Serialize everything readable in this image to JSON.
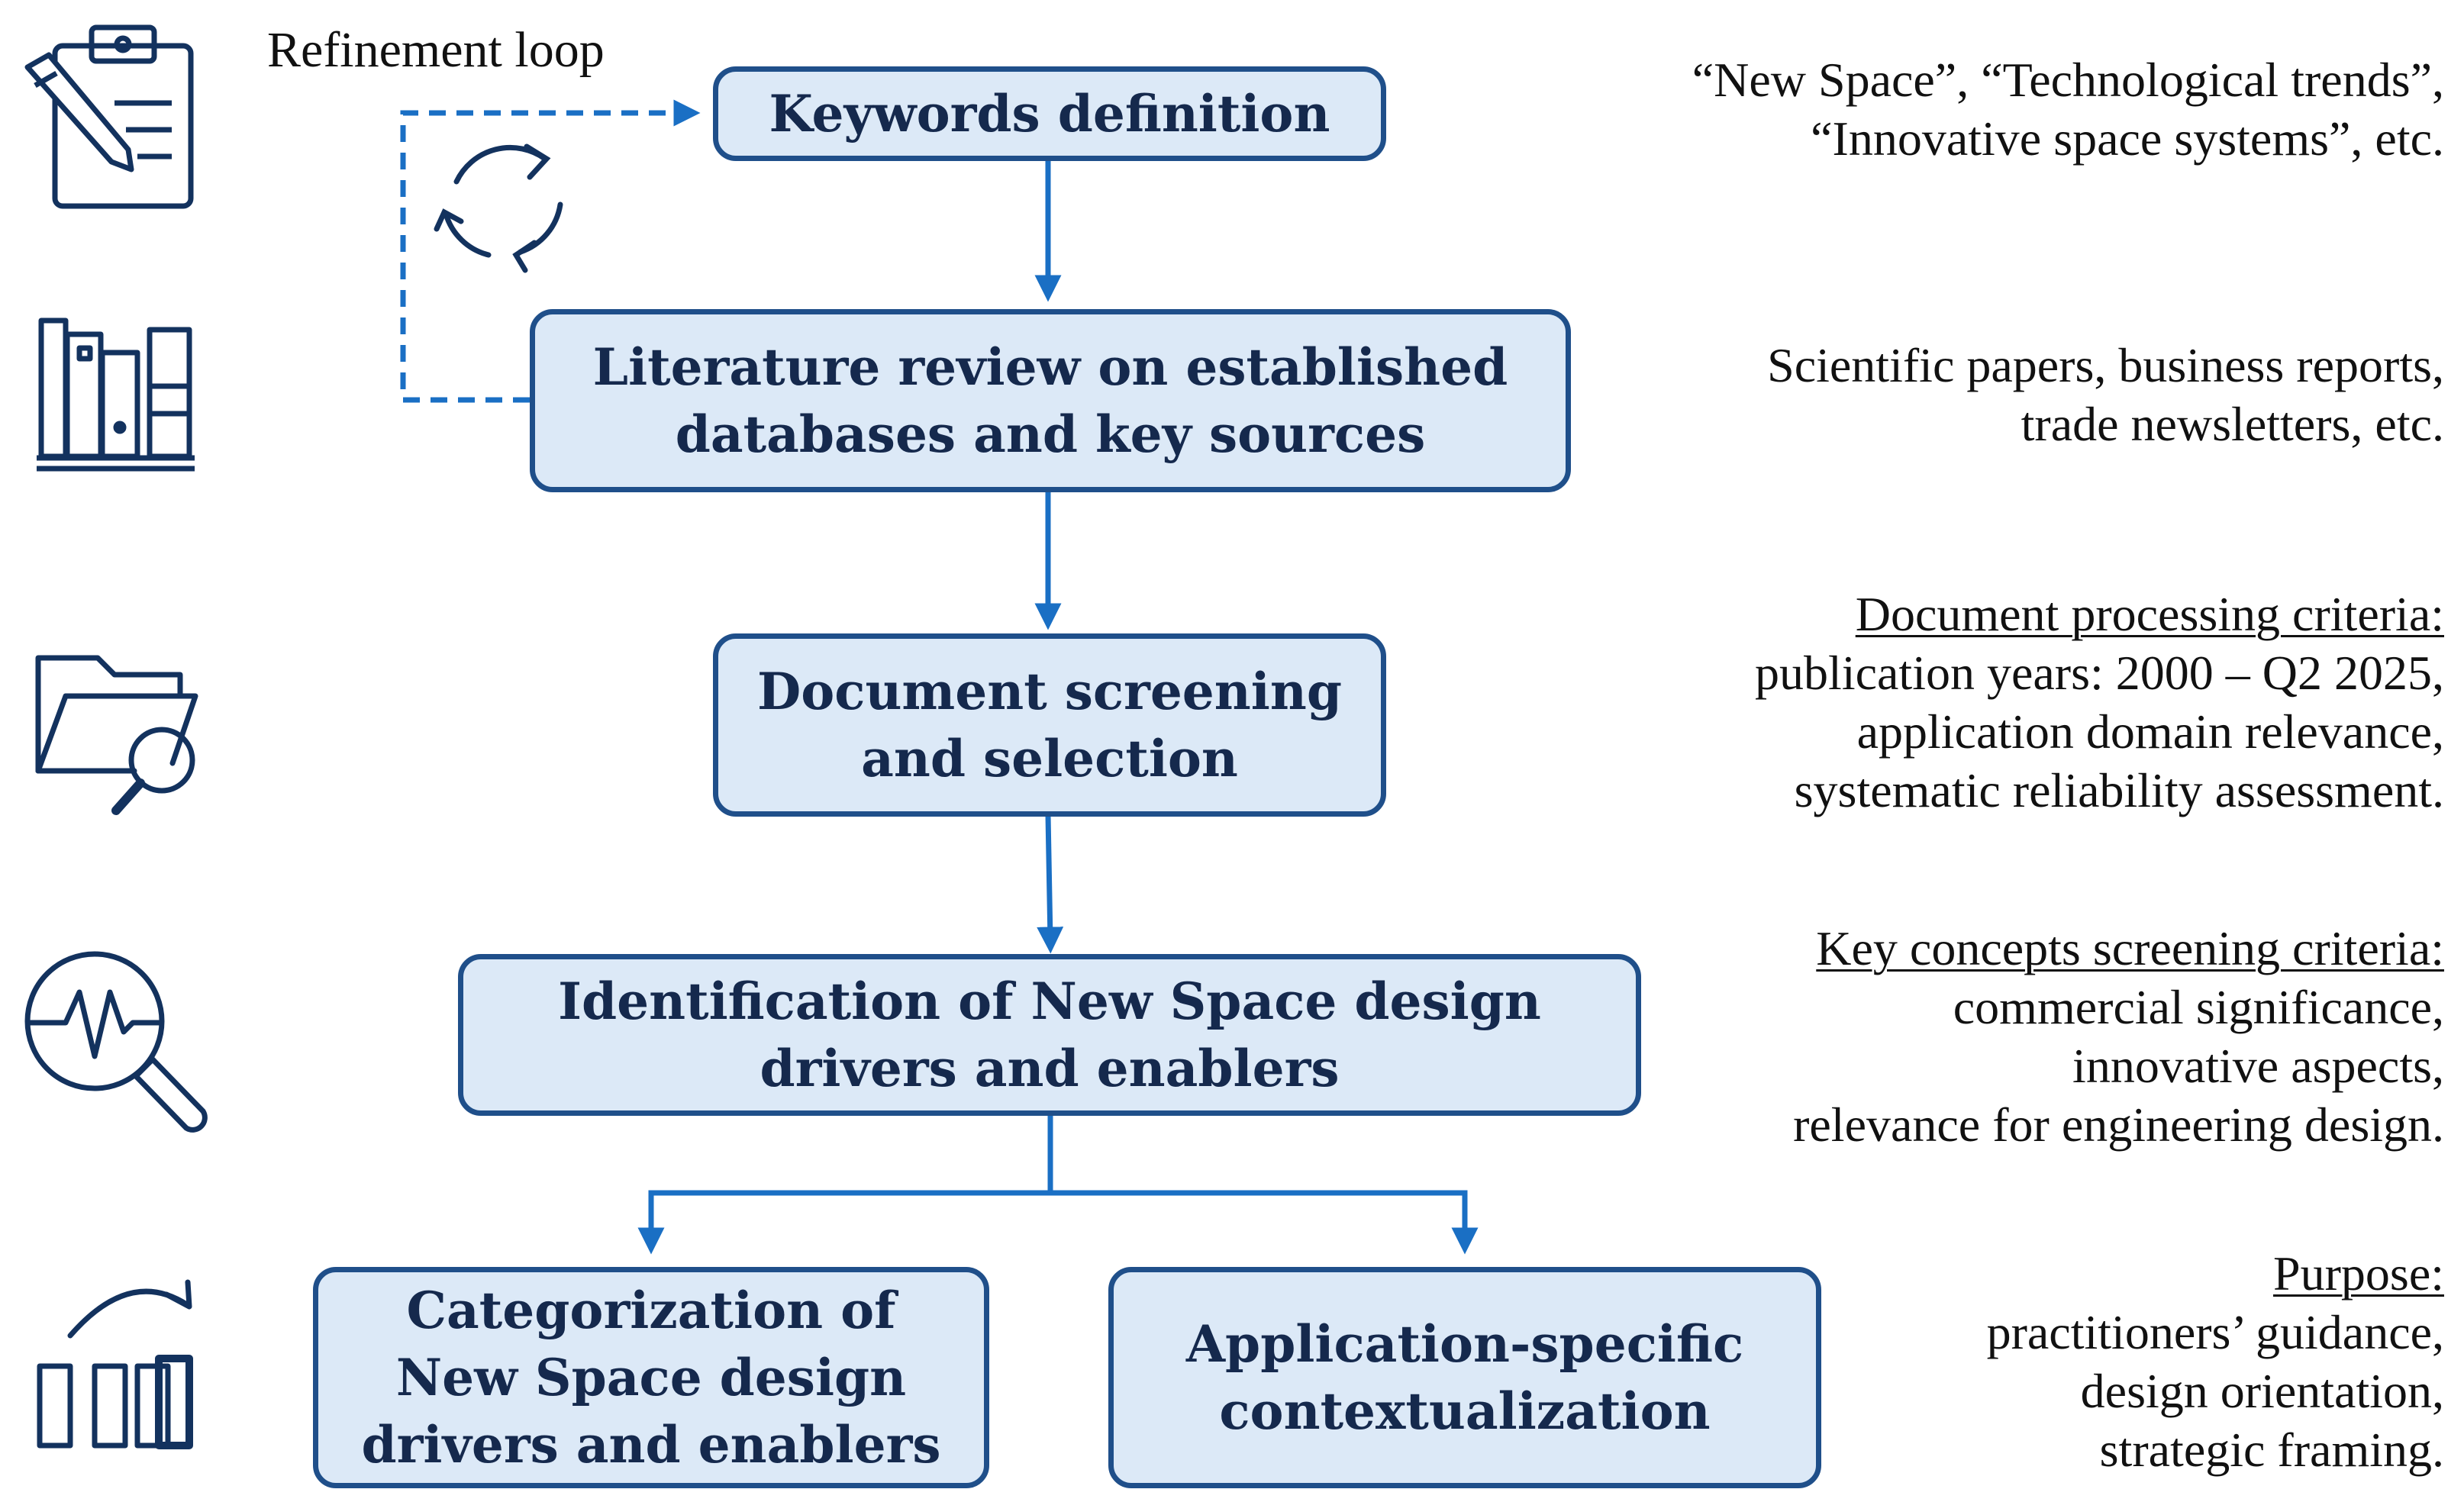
{
  "loop_label": "Refinement loop",
  "boxes": {
    "keywords": {
      "line1": "Keywords definition"
    },
    "literature": {
      "line1": "Literature review on established",
      "line2": "databases and key sources"
    },
    "screening": {
      "line1": "Document screening",
      "line2": "and selection"
    },
    "identification": {
      "line1": "Identification of New Space design",
      "line2": "drivers and enablers"
    },
    "categorization": {
      "line1": "Categorization of",
      "line2": "New Space design",
      "line3": "drivers and enablers"
    },
    "application": {
      "line1": "Application-specific",
      "line2": "contextualization"
    }
  },
  "notes": {
    "keywords": {
      "line1": "“New Space”, “Technological trends”,",
      "line2": "“Innovative space systems”, etc."
    },
    "literature": {
      "line1": "Scientific papers, business reports,",
      "line2": "trade newsletters, etc."
    },
    "screening": {
      "title": "Document processing criteria:",
      "line1": "publication years: 2000 – Q2 2025,",
      "line2": "application domain relevance,",
      "line3": "systematic reliability assessment."
    },
    "identification": {
      "title": "Key concepts screening criteria:",
      "line1": "commercial significance,",
      "line2": "innovative aspects,",
      "line3": "relevance for engineering design."
    },
    "purpose": {
      "title": "Purpose:",
      "line1": "practitioners’ guidance,",
      "line2": "design orientation,",
      "line3": "strategic framing."
    }
  },
  "icons": [
    "clipboard-pencil-icon",
    "book-shelf-icon",
    "folder-search-icon",
    "pulse-magnifier-icon",
    "bar-chart-growth-icon",
    "refresh-cycle-icon"
  ],
  "colors": {
    "box_fill": "#dce9f7",
    "box_border": "#1f4f8a",
    "arrow": "#1a6fc4",
    "icon": "#13325e",
    "text": "#15294d"
  }
}
